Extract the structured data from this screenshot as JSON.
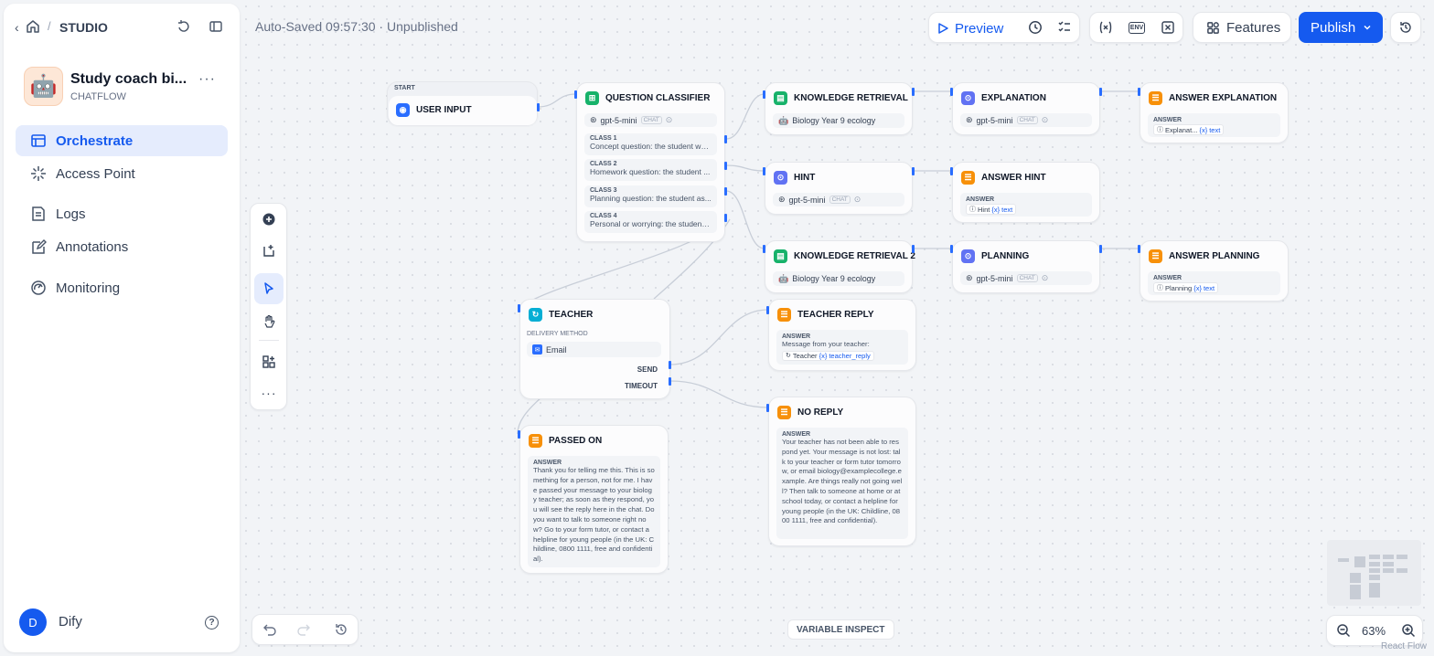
{
  "header": {
    "breadcrumb_root": "STUDIO",
    "app_name": "Study coach bi...",
    "app_type": "CHATFLOW",
    "status": "Auto-Saved 09:57:30 · Unpublished"
  },
  "nav": [
    {
      "label": "Orchestrate",
      "icon": "orchestrate-icon",
      "active": true
    },
    {
      "label": "Access Point",
      "icon": "access-point-icon"
    },
    {
      "label": "Logs",
      "icon": "logs-icon"
    },
    {
      "label": "Annotations",
      "icon": "annotations-icon"
    },
    {
      "label": "Monitoring",
      "icon": "monitoring-icon"
    }
  ],
  "user": {
    "initial": "D",
    "name": "Dify"
  },
  "toolbar": {
    "preview": "Preview",
    "features": "Features",
    "publish": "Publish",
    "env": "ENV"
  },
  "canvas": {
    "variable_inspect": "VARIABLE INSPECT",
    "zoom": "63%",
    "watermark": "React Flow"
  },
  "colors": {
    "accent": "#155aef",
    "publish_bg": "#155aef",
    "start": "#296dff",
    "llm": "#6172f3",
    "retrieval": "#17b26a",
    "answer": "#f79009",
    "human": "#06aed4"
  },
  "nodes": {
    "start": {
      "tag": "START",
      "title": "USER INPUT"
    },
    "classifier": {
      "title": "QUESTION CLASSIFIER",
      "model": "gpt-5-mini",
      "mode": "CHAT",
      "classes": [
        {
          "name": "CLASS 1",
          "text": "Concept question: the student wa..."
        },
        {
          "name": "CLASS 2",
          "text": "Homework question: the student ..."
        },
        {
          "name": "CLASS 3",
          "text": "Planning question: the student as..."
        },
        {
          "name": "CLASS 4",
          "text": "Personal or worrying: the student ..."
        }
      ]
    },
    "kr1": {
      "title": "KNOWLEDGE RETRIEVAL",
      "kb": "Biology Year 9 ecology"
    },
    "explanation": {
      "title": "EXPLANATION",
      "model": "gpt-5-mini",
      "mode": "CHAT"
    },
    "answer_explanation": {
      "title": "ANSWER EXPLANATION",
      "label": "ANSWER",
      "src": "Explanat...",
      "var": "text"
    },
    "hint": {
      "title": "HINT",
      "model": "gpt-5-mini",
      "mode": "CHAT"
    },
    "answer_hint": {
      "title": "ANSWER HINT",
      "label": "ANSWER",
      "src": "Hint",
      "var": "text"
    },
    "kr2": {
      "title": "KNOWLEDGE RETRIEVAL 2",
      "kb": "Biology Year 9 ecology"
    },
    "planning": {
      "title": "PLANNING",
      "model": "gpt-5-mini",
      "mode": "CHAT"
    },
    "answer_planning": {
      "title": "ANSWER PLANNING",
      "label": "ANSWER",
      "src": "Planning",
      "var": "text"
    },
    "teacher": {
      "title": "TEACHER",
      "delivery_label": "DELIVERY METHOD",
      "delivery": "Email",
      "out_send": "SEND",
      "out_timeout": "TIMEOUT"
    },
    "teacher_reply": {
      "title": "TEACHER REPLY",
      "label": "ANSWER",
      "text": "Message from your teacher:",
      "src": "Teacher",
      "var": "teacher_reply"
    },
    "no_reply": {
      "title": "NO REPLY",
      "label": "ANSWER",
      "text": "Your teacher has not been able to respond yet. Your message is not lost: talk to your teacher or form tutor tomorrow, or email biology@examplecollege.example. Are things really not going well? Then talk to someone at home or at school today, or contact a helpline for young people (in the UK: Childline, 0800 1111, free and confidential)."
    },
    "passed_on": {
      "title": "PASSED ON",
      "label": "ANSWER",
      "text": "Thank you for telling me this. This is something for a person, not for me. I have passed your message to your biology teacher; as soon as they respond, you will see the reply here in the chat. Do you want to talk to someone right now? Go to your form tutor, or contact a helpline for young people (in the UK: Childline, 0800 1111, free and confidential)."
    }
  }
}
